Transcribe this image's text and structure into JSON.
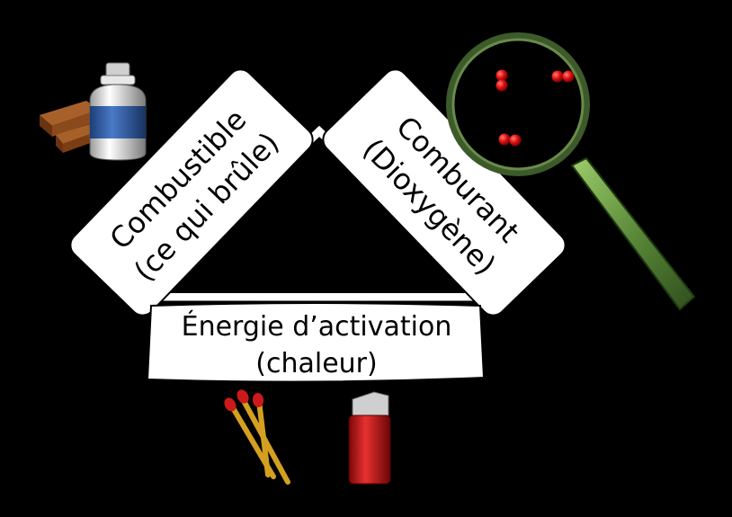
{
  "diagram": {
    "title": "",
    "colors": {
      "background": "#000000",
      "panel": "#ffffff",
      "triangle_stroke": "#ffffff",
      "oxygen_atom": "#e01010",
      "glass_frame": "#3c5a2a",
      "handle": "#5b8a3a",
      "match_stick": "#d4a020",
      "match_head": "#cc1a1a",
      "lighter_body": "#c81818",
      "bottle_band": "#2c5aa0",
      "wood": "#8a4a1c"
    },
    "combustible": {
      "line1": "Combustible",
      "line2": "(ce qui brûle)",
      "icons": [
        "wood-logs-icon",
        "gas-bottle-icon"
      ]
    },
    "comburant": {
      "line1": "Comburant",
      "line2": "(Dioxygène)",
      "icons": [
        "magnifying-glass-icon",
        "oxygen-molecule-icon"
      ]
    },
    "energie": {
      "line1": "Énergie d’activation",
      "line2": "(chaleur)",
      "icons": [
        "matches-icon",
        "lighter-icon"
      ]
    }
  }
}
